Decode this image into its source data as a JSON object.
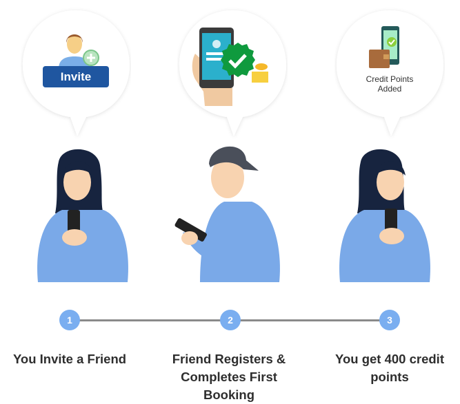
{
  "bubbles": [
    {
      "icon": "invite-person-icon",
      "text": "Invite"
    },
    {
      "icon": "phone-verified-icon"
    },
    {
      "icon": "wallet-phone-icon",
      "text": "Credit Points Added"
    }
  ],
  "steps": [
    {
      "number": "1",
      "label": "You Invite a Friend"
    },
    {
      "number": "2",
      "label": "Friend Registers & Completes First Booking"
    },
    {
      "number": "3",
      "label": "You get 400 credit points"
    }
  ],
  "colors": {
    "accent": "#7aaef0",
    "invite": "#1f56a0",
    "check": "#0f9a3e",
    "shirt": "#7aa9e8"
  }
}
